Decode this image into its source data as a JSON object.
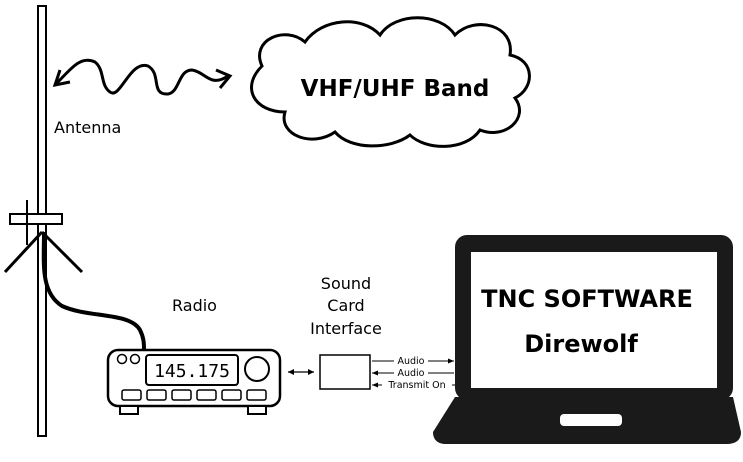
{
  "labels": {
    "antenna": "Antenna",
    "band": "VHF/UHF Band",
    "radio": "Radio",
    "interface_line1": "Sound",
    "interface_line2": "Card",
    "interface_line3": "Interface",
    "software_line1": "TNC SOFTWARE",
    "software_line2": "Direwolf",
    "radio_frequency": "145.175"
  },
  "connections": [
    {
      "label": "Audio",
      "direction": "to-laptop"
    },
    {
      "label": "Audio",
      "direction": "to-interface"
    },
    {
      "label": "Transmit On",
      "direction": "to-interface"
    }
  ]
}
